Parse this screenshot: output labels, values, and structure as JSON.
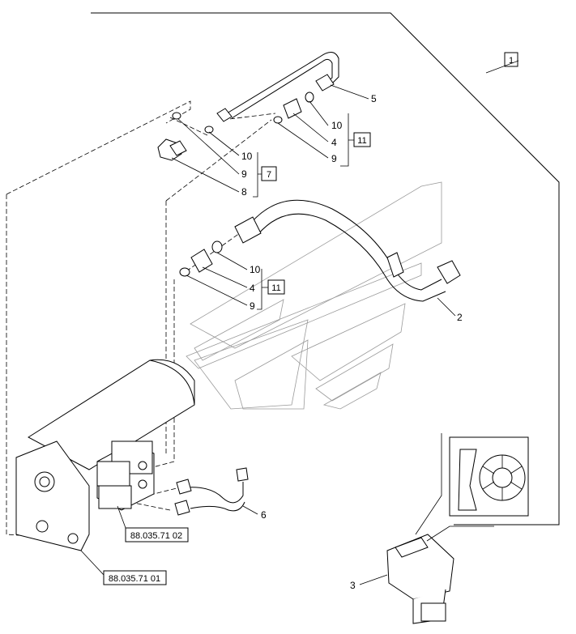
{
  "callouts": {
    "c1": "1",
    "c2": "2",
    "c3": "3",
    "c4a": "4",
    "c4b": "4",
    "c5": "5",
    "c6": "6",
    "c7": "7",
    "c8": "8",
    "c9a": "9",
    "c9b": "9",
    "c9c": "9",
    "c10a": "10",
    "c10b": "10",
    "c10c": "10",
    "c11a": "11",
    "c11b": "11"
  },
  "references": {
    "ref1": "88.035.71 02",
    "ref2": "88.035.71 01"
  }
}
